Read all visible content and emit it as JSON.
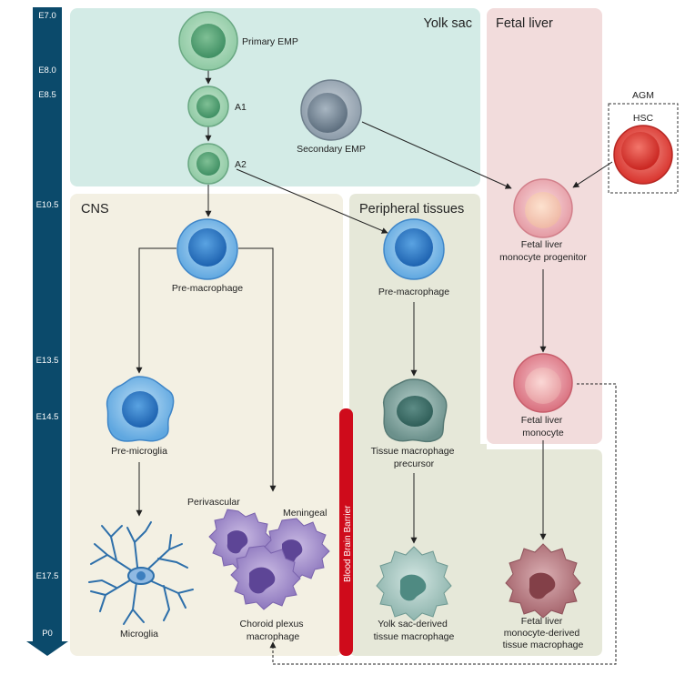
{
  "timeline": {
    "stages": [
      "E7.0",
      "E8.0",
      "E8.5",
      "E10.5",
      "E13.5",
      "E14.5",
      "E17.5",
      "P0"
    ]
  },
  "regions": {
    "yolk_sac": "Yolk sac",
    "fetal_liver": "Fetal liver",
    "cns": "CNS",
    "peripheral": "Peripheral tissues",
    "agm": "AGM",
    "bbb": "Blood Brain Barrier"
  },
  "cells": {
    "primary_emp": "Primary EMP",
    "a1": "A1",
    "a2": "A2",
    "secondary_emp": "Secondary EMP",
    "hsc": "HSC",
    "fl_progenitor": [
      "Fetal liver",
      "monocyte progenitor"
    ],
    "cns_premac": "Pre-macrophage",
    "pt_premac": "Pre-macrophage",
    "fl_monocyte": [
      "Fetal liver",
      "monocyte"
    ],
    "premicroglia": "Pre-microglia",
    "tissue_precursor": [
      "Tissue macrophage",
      "precursor"
    ],
    "perivascular": "Perivascular",
    "meningeal": "Meningeal",
    "microglia": "Microglia",
    "choroid": [
      "Choroid plexus",
      "macrophage"
    ],
    "ys_tissue_mac": [
      "Yolk sac-derived",
      "tissue macrophage"
    ],
    "fl_tissue_mac": [
      "Fetal liver",
      "monocyte-derived",
      "tissue macrophage"
    ]
  },
  "colors": {
    "timeline": "#0b4a6b",
    "yolk_sac_bg": "#d3ebe6",
    "fetal_liver_bg": "#f2dcdc",
    "cns_bg": "#f3f0e3",
    "peripheral_bg": "#e6e8d9",
    "bbb": "#cf0b1b",
    "green_cell": "#7fbf98",
    "gray_cell": "#8a9aa8",
    "red_cell": "#e04a44",
    "pink_cell": "#e8a4ab",
    "blue_cell": "#3d8fd6",
    "teal_cell": "#5a8a86",
    "purple_cell": "#8b73bd",
    "mauve_cell": "#a9656d"
  }
}
